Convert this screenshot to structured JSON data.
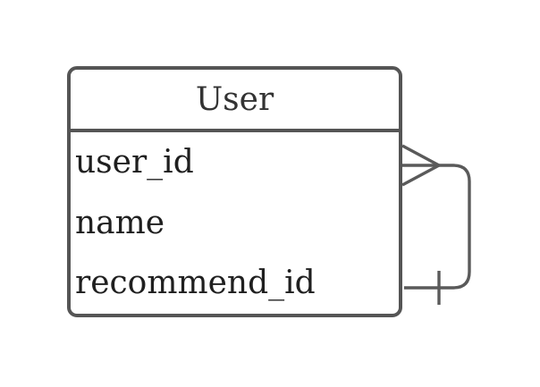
{
  "entity": {
    "name": "User",
    "attributes": [
      "user_id",
      "name",
      "recommend_id"
    ]
  },
  "relation": {
    "kind": "self-reference",
    "start_marker": "crow-foot-many",
    "end_marker": "one-tick"
  },
  "colors": {
    "background": "#ffffff",
    "entity_fill": "#ffffff",
    "entity_border": "#555555",
    "relation_line": "#5a5a5a",
    "title_text": "#333333",
    "attribute_text": "#1f1f1f"
  }
}
